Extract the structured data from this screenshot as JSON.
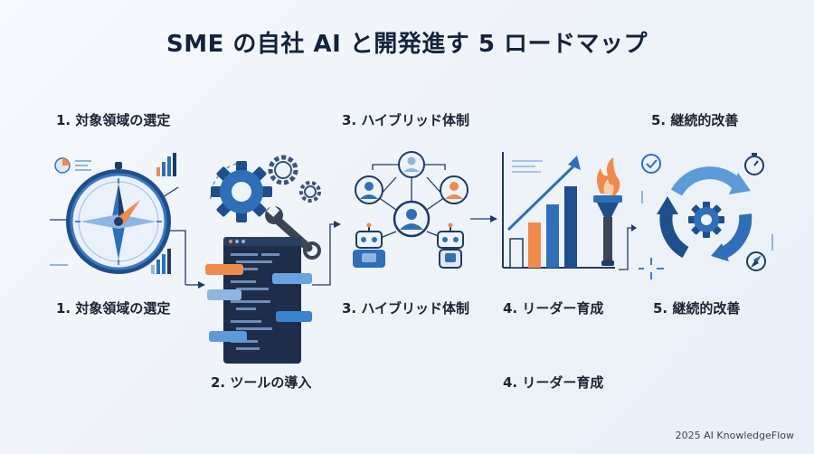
{
  "title": "SME の自社 AI と開発進す 5 ロードマップ",
  "steps_top": {
    "s1": "1. 対象領域の選定",
    "s3": "3. ハイブリッド体制",
    "s5": "5. 継続的改善"
  },
  "steps_mid": {
    "s1": "1. 対象領域の選定",
    "s3": "3. ハイブリッド体制",
    "s4": "4. リーダー育成",
    "s5": "5. 継続的改善"
  },
  "steps_bottom": {
    "s2": "2. ツールの導入",
    "s4": "4. リーダー育成"
  },
  "footer": "2025 AI KnowledgeFlow",
  "colors": {
    "navy": "#1f3b66",
    "blue": "#2f6fb8",
    "light_blue": "#8fb6e3",
    "orange": "#f08a4b"
  }
}
